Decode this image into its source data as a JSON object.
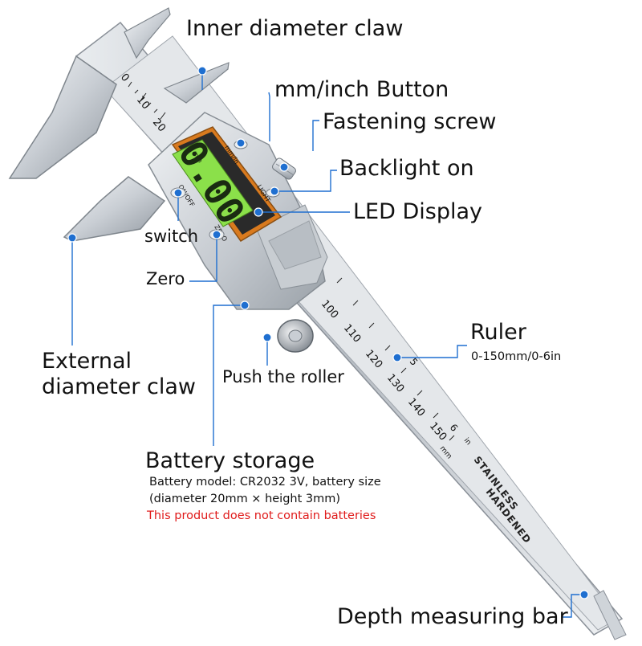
{
  "labels": {
    "inner_claw": "Inner diameter claw",
    "mm_inch": "mm/inch Button",
    "fastening": "Fastening screw",
    "backlight": "Backlight on",
    "led": "LED Display",
    "switch": "switch",
    "zero": "Zero",
    "external_1": "External",
    "external_2": "diameter claw",
    "push": "Push the roller",
    "ruler": "Ruler",
    "ruler_range": "0-150mm/0-6in",
    "battery": "Battery storage",
    "battery_model": "Battery model: CR2032 3V, battery size",
    "battery_size": "(diameter 20mm × height 3mm)",
    "battery_warning": "This product does not contain batteries",
    "depth": "Depth measuring bar"
  },
  "display": {
    "reading": "0.00",
    "unit": "mm",
    "key_label": "mm/in",
    "backlight_color": "#8be04a"
  },
  "buttons": {
    "on_off": "ON/OFF",
    "zero": "ZERO",
    "light": "LIGHT"
  },
  "scale": {
    "upper": [
      "0",
      "10",
      "20"
    ],
    "lower": [
      "100",
      "110",
      "120",
      "130",
      "140",
      "150"
    ],
    "inch": [
      "5",
      "6"
    ],
    "mm_unit": "mm",
    "in_unit": "in"
  },
  "beam_text": {
    "line1": "STAINLESS",
    "line2": "HARDENED"
  },
  "colors": {
    "callout": "#1f6fd0",
    "warning": "#e01b1b",
    "lcd": "#8be04a",
    "bezel": "#d97a1e"
  }
}
